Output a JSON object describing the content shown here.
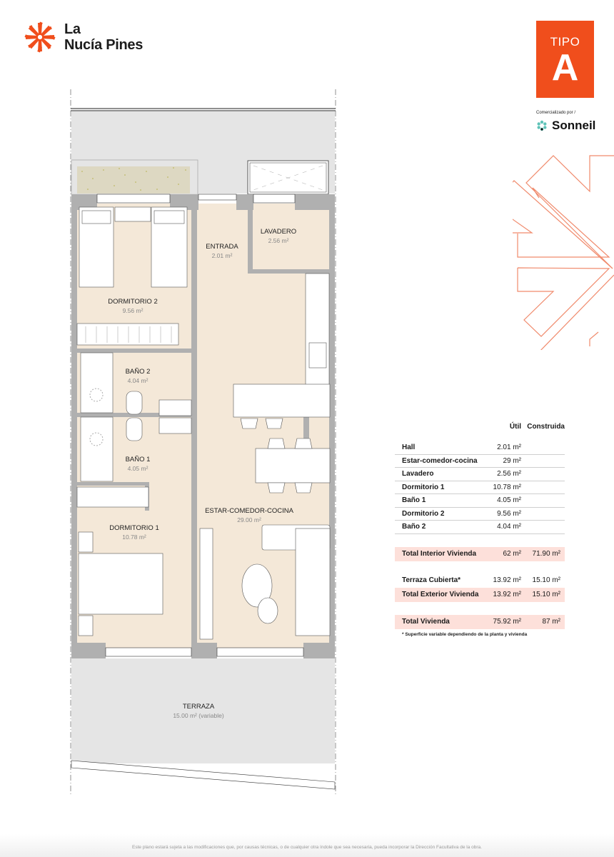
{
  "brand": {
    "name_line1": "La",
    "name_line2": "Nucía Pines",
    "accent_color": "#f04e1c"
  },
  "badge": {
    "label": "TIPO",
    "type": "A"
  },
  "marketer": {
    "caption": "Comercializado por /",
    "name": "Sonneil",
    "icon": "sonneil-flower-icon"
  },
  "floorplan": {
    "rooms": [
      {
        "name": "ENTRADA",
        "area": "2.01 m²"
      },
      {
        "name": "LAVADERO",
        "area": "2.56 m²"
      },
      {
        "name": "DORMITORIO 2",
        "area": "9.56 m²"
      },
      {
        "name": "BAÑO 2",
        "area": "4.04 m²"
      },
      {
        "name": "BAÑO 1",
        "area": "4.05 m²"
      },
      {
        "name": "ESTAR-COMEDOR-COCINA",
        "area": "29.00 m²"
      },
      {
        "name": "DORMITORIO 1",
        "area": "10.78 m²"
      },
      {
        "name": "TERRAZA",
        "area": "15.00 m² (variable)"
      }
    ]
  },
  "surface_table": {
    "headers": {
      "util": "Útil",
      "construida": "Construida"
    },
    "rows": [
      {
        "label": "Hall",
        "util": "2.01 m²",
        "construida": ""
      },
      {
        "label": "Estar-comedor-cocina",
        "util": "29 m²",
        "construida": ""
      },
      {
        "label": "Lavadero",
        "util": "2.56 m²",
        "construida": ""
      },
      {
        "label": "Dormitorio 1",
        "util": "10.78 m²",
        "construida": ""
      },
      {
        "label": "Baño 1",
        "util": "4.05 m²",
        "construida": ""
      },
      {
        "label": "Dormitorio 2",
        "util": "9.56 m²",
        "construida": ""
      },
      {
        "label": "Baño 2",
        "util": "4.04 m²",
        "construida": ""
      }
    ],
    "total_interior": {
      "label": "Total Interior Vivienda",
      "util": "62 m²",
      "construida": "71.90 m²"
    },
    "terraza": {
      "label": "Terraza Cubierta*",
      "util": "13.92 m²",
      "construida": "15.10 m²"
    },
    "total_exterior": {
      "label": "Total Exterior Vivienda",
      "util": "13.92 m²",
      "construida": "15.10 m²"
    },
    "total_vivienda": {
      "label": "Total Vivienda",
      "util": "75.92 m²",
      "construida": "87 m²"
    },
    "note": "* Superficie variable dependiendo de la planta y vivienda"
  },
  "footer": {
    "disclaimer": "Este plano estará sujeta a las modificaciones que, por causas técnicas, o de cualquier otra índole que sea necesaria, pueda incorporar la Dirección Facultativa de la obra."
  }
}
